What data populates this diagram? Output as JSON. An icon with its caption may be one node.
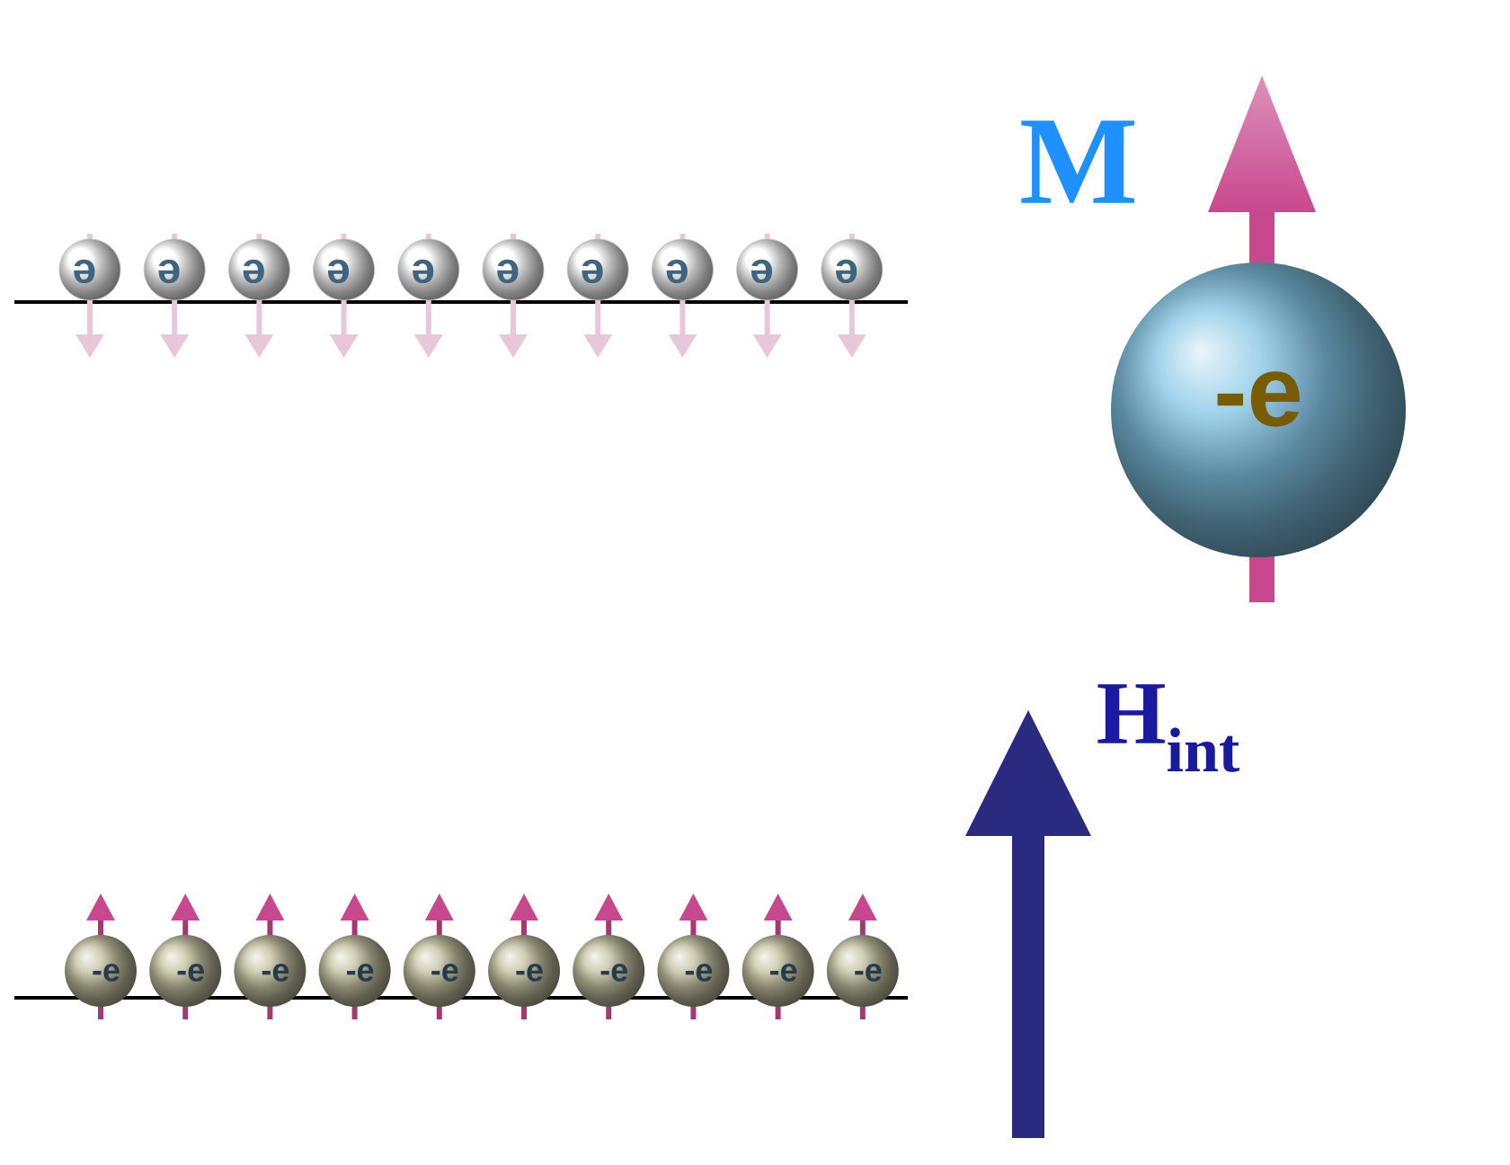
{
  "diagram": {
    "labels": [
      "M",
      "e",
      "e",
      "e",
      "e",
      "e",
      "e",
      "e",
      "e",
      "e",
      "e",
      "-e",
      "H$_{int}$",
      "-e",
      "-e",
      "-e",
      "-e",
      "-e",
      "-e",
      "-e",
      "-e",
      "-e",
      "-e"
    ]
  }
}
